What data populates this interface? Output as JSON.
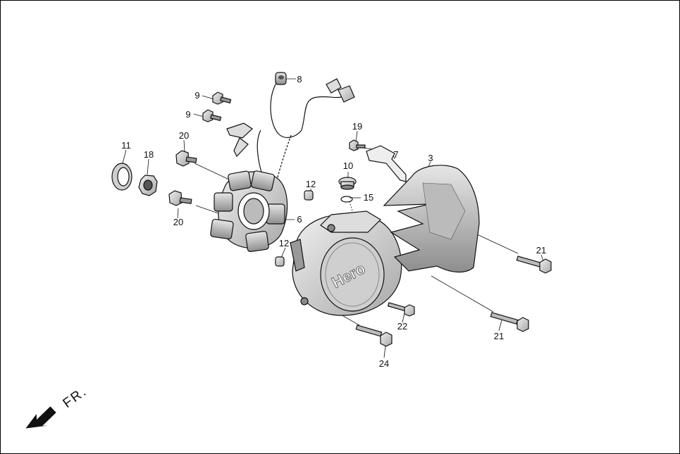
{
  "diagram": {
    "callouts": [
      "3",
      "6",
      "7",
      "8",
      "9",
      "9",
      "10",
      "11",
      "12",
      "12",
      "15",
      "18",
      "19",
      "20",
      "20",
      "21",
      "21",
      "22",
      "24"
    ],
    "cover_logo": "Hero",
    "front_indicator": "FR.",
    "colors": {
      "line": "#111111",
      "part_fill": "#d4d4d4",
      "part_dark": "#7a7a7a",
      "background": "#ffffff"
    }
  }
}
